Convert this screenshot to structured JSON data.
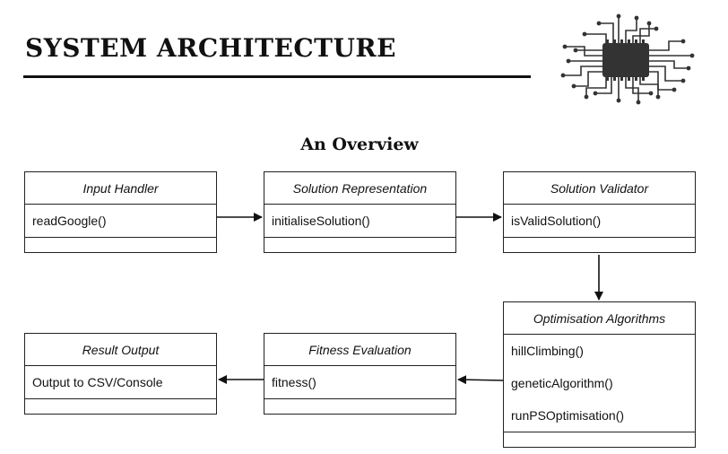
{
  "header": {
    "title": "SYSTEM ARCHITECTURE",
    "subtitle": "An Overview",
    "logo_icon": "circuit-chip-icon"
  },
  "classes": [
    {
      "id": "input-handler",
      "name": "Input Handler",
      "methods": [
        "readGoogle()"
      ]
    },
    {
      "id": "solution-representation",
      "name": "Solution Representation",
      "methods": [
        "initialiseSolution()"
      ]
    },
    {
      "id": "solution-validator",
      "name": "Solution Validator",
      "methods": [
        "isValidSolution()"
      ]
    },
    {
      "id": "optimisation-algorithms",
      "name": "Optimisation Algorithms",
      "methods": [
        "hillClimbing()",
        "geneticAlgorithm()",
        "runPSOptimisation()"
      ]
    },
    {
      "id": "fitness-evaluation",
      "name": "Fitness Evaluation",
      "methods": [
        "fitness()"
      ]
    },
    {
      "id": "result-output",
      "name": "Result Output",
      "methods": [
        "Output to CSV/Console"
      ]
    }
  ],
  "edges": [
    {
      "from": "input-handler",
      "to": "solution-representation"
    },
    {
      "from": "solution-representation",
      "to": "solution-validator"
    },
    {
      "from": "solution-validator",
      "to": "optimisation-algorithms"
    },
    {
      "from": "optimisation-algorithms",
      "to": "fitness-evaluation"
    },
    {
      "from": "fitness-evaluation",
      "to": "result-output"
    }
  ],
  "colors": {
    "line": "#222222",
    "chip": "#333333",
    "background": "#ffffff"
  }
}
